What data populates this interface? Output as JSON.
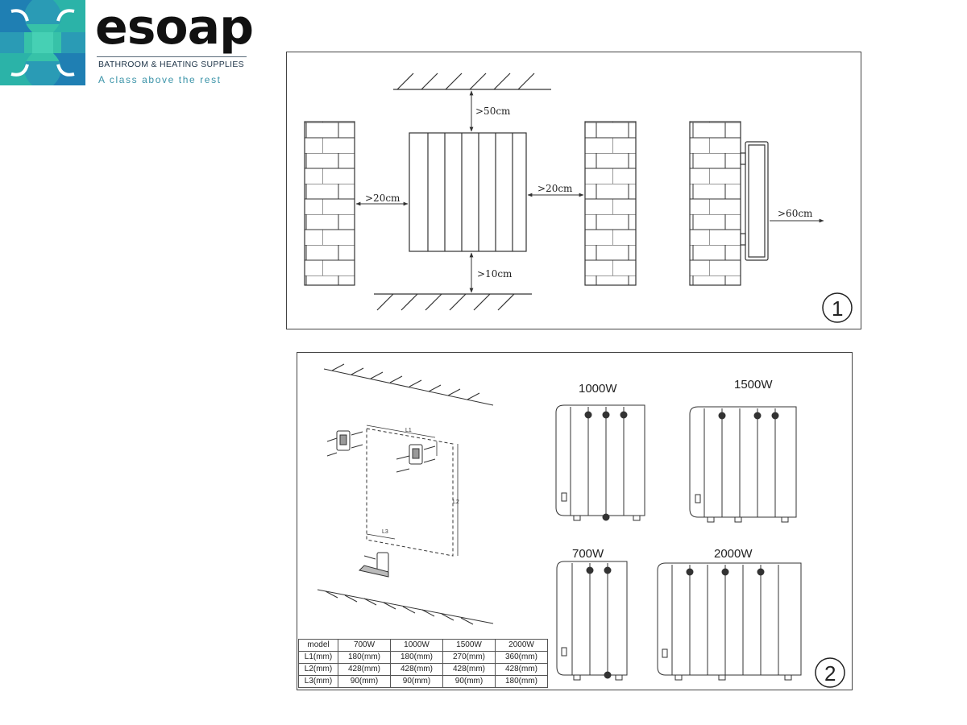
{
  "brand": {
    "name": "esoap",
    "tagline_top": "BATHROOM & HEATING SUPPLIES",
    "tagline_bottom": "A class above the rest",
    "colors": {
      "teal": "#2bb3a8",
      "blue": "#1f7fb3",
      "dark": "#111111"
    }
  },
  "diagram1": {
    "clearance_top": ">50cm",
    "clearance_left": ">20cm",
    "clearance_right": ">20cm",
    "clearance_bottom": ">10cm",
    "clearance_front": ">60cm",
    "number": "1"
  },
  "diagram2": {
    "number": "2",
    "dim_labels": {
      "l1": "L1",
      "l2": "L2",
      "l3": "L3"
    },
    "models": [
      {
        "label": "1000W"
      },
      {
        "label": "1500W"
      },
      {
        "label": "700W"
      },
      {
        "label": "2000W"
      }
    ],
    "table": {
      "header": [
        "model",
        "700W",
        "1000W",
        "1500W",
        "2000W"
      ],
      "rows": [
        [
          "L1(mm)",
          "180(mm)",
          "180(mm)",
          "270(mm)",
          "360(mm)"
        ],
        [
          "L2(mm)",
          "428(mm)",
          "428(mm)",
          "428(mm)",
          "428(mm)"
        ],
        [
          "L3(mm)",
          "90(mm)",
          "90(mm)",
          "90(mm)",
          "180(mm)"
        ]
      ]
    }
  }
}
